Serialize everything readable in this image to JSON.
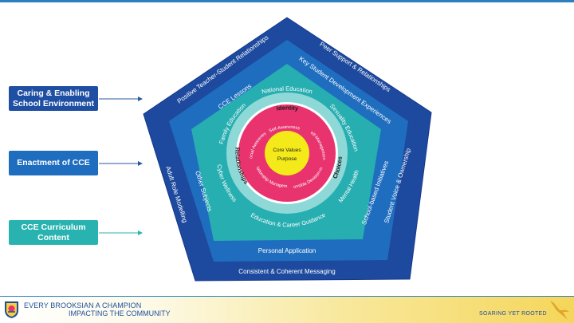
{
  "side_labels": {
    "caring": "Caring & Enabling School Environment",
    "enactment": "Enactment of CCE",
    "curriculum": "CCE Curriculum Content"
  },
  "outer_ring": {
    "top_left": "Positive Teacher-Student Relationships",
    "top_right": "Peer Support & Relationships",
    "right": "Student Voice & Ownership",
    "bottom": "Consistent & Coherent Messaging",
    "left": "Adult Role Modelling"
  },
  "middle_ring": {
    "top_left": "CCE Lessons",
    "top_right": "Key Student Development Experiences",
    "right": "School-based Initiatives",
    "bottom": "Personal Application",
    "left": "Other Subjects"
  },
  "inner_ring": {
    "top": "National Education",
    "top_left": "Family Education",
    "top_right": "Sexuality Education",
    "right": "Mental Health",
    "bottom": "Education & Career Guidance",
    "left": "Cyber Wellness"
  },
  "domains": {
    "top": "Identity",
    "left": "Relationships",
    "right": "Choices"
  },
  "competencies": {
    "self_awareness": "Self-Awareness",
    "self_management": "Self-Management",
    "social_awareness": "Social Awareness",
    "relationship_management": "Relationship Management",
    "responsible_decision_making": "Responsible Decision-making"
  },
  "core": {
    "line1": "Core Values",
    "line2": "Purpose"
  },
  "footer": {
    "motto_line1": "EVERY BROOKSIAN A CHAMPION",
    "motto_line2": "IMPACTING THE COMMUNITY",
    "tagline": "SOARING YET ROOTED"
  },
  "colors": {
    "outer": "#1d4a9e",
    "middle": "#1e6dbf",
    "inner": "#2ab2b1",
    "ring_light": "#8fd8d8",
    "competency": "#e8336f",
    "core": "#f4ea1a"
  }
}
